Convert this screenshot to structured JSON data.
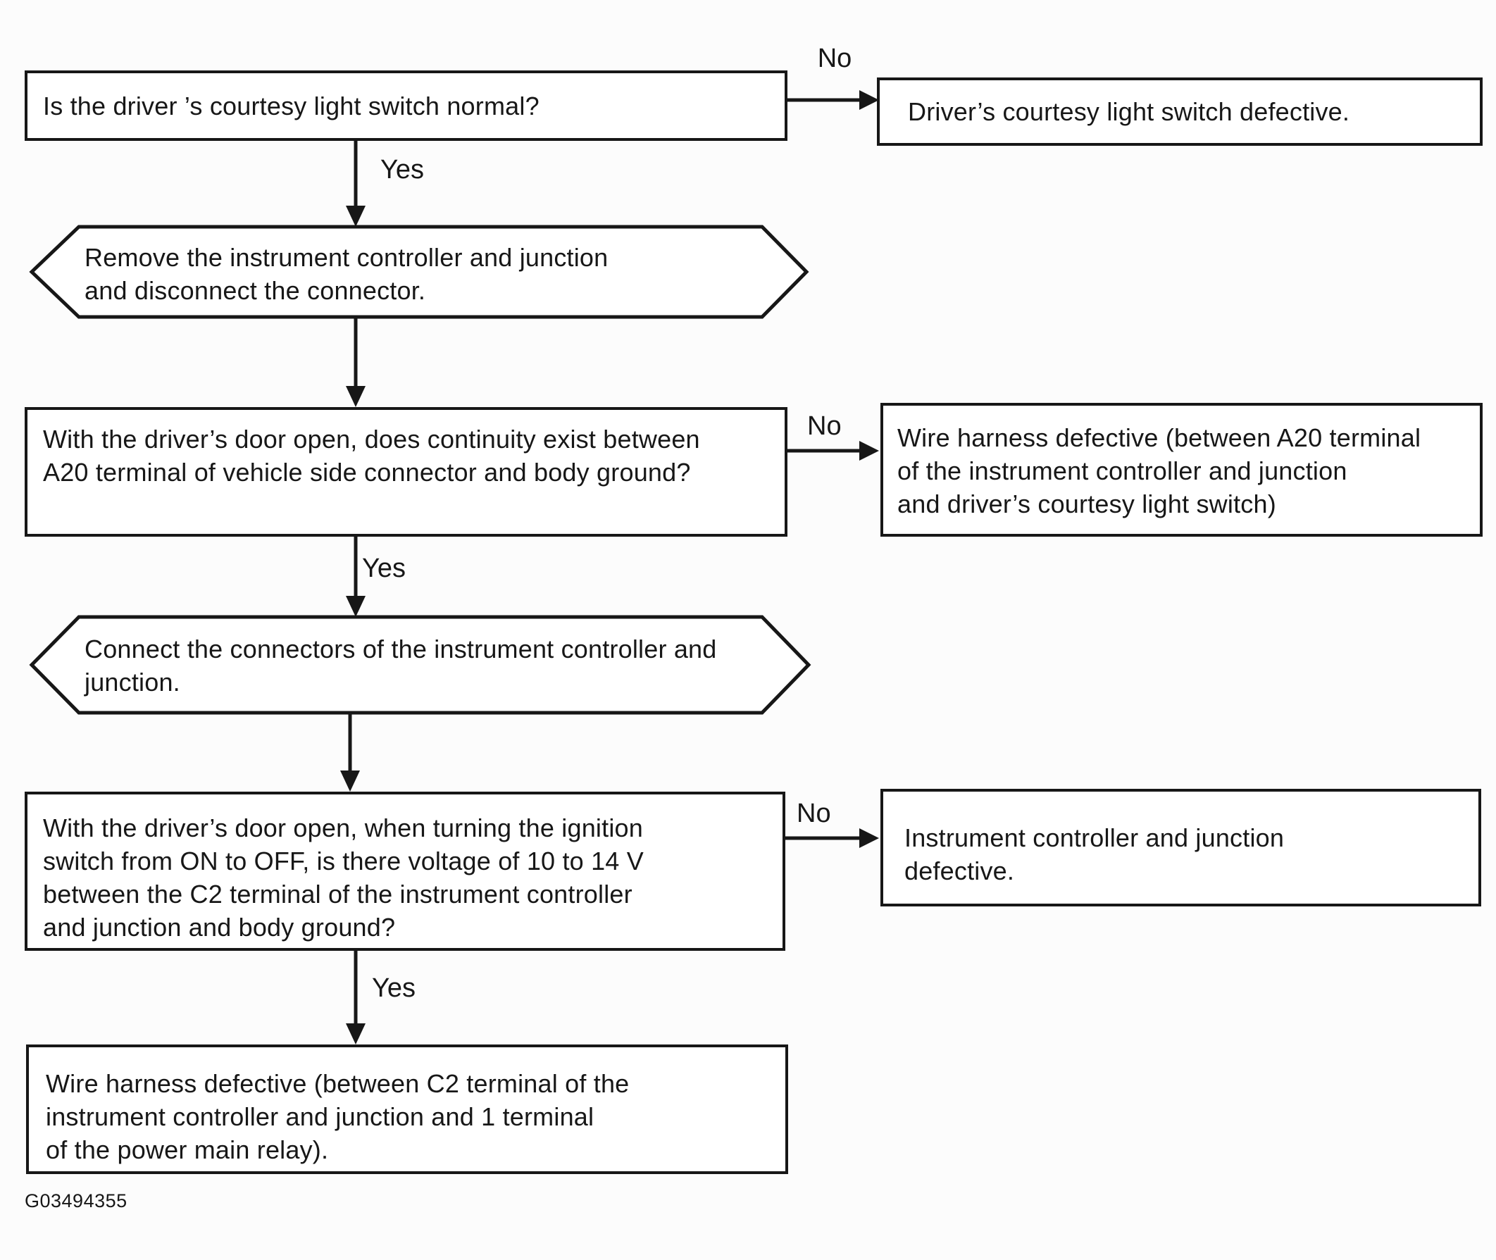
{
  "page": {
    "background": "#fcfcfc",
    "ink": "#171717",
    "node_fill": "#ffffff"
  },
  "footer_code": "G03494355",
  "edge_labels": {
    "yes": "Yes",
    "no": "No"
  },
  "nodes": {
    "q1": {
      "type": "question",
      "lines": [
        "Is the driver ’s courtesy light switch normal?"
      ]
    },
    "r1": {
      "type": "result",
      "lines": [
        "Driver’s courtesy light switch defective."
      ]
    },
    "p1": {
      "type": "process",
      "lines": [
        "Remove the instrument controller and junction",
        "and disconnect the connector."
      ]
    },
    "q2": {
      "type": "question",
      "lines": [
        "With the driver’s door open, does continuity exist between",
        "A20 terminal of vehicle side connector and body ground?"
      ]
    },
    "r2": {
      "type": "result",
      "lines": [
        "Wire harness defective (between A20 terminal",
        "of the instrument controller and junction",
        "and driver’s courtesy light switch)"
      ]
    },
    "p2": {
      "type": "process",
      "lines": [
        "Connect the connectors of the instrument controller and",
        "junction."
      ]
    },
    "q3": {
      "type": "question",
      "lines": [
        "With the driver’s door open, when turning the ignition",
        "switch from ON to OFF, is there voltage of 10 to 14 V",
        "between the C2 terminal of the instrument controller",
        "and junction and body ground?"
      ]
    },
    "r3": {
      "type": "result",
      "lines": [
        "Instrument controller and junction",
        "defective."
      ]
    },
    "f1": {
      "type": "result",
      "lines": [
        "Wire harness defective (between C2 terminal of the",
        "instrument controller and junction and 1 terminal",
        "of the power main relay)."
      ]
    }
  },
  "edges": [
    {
      "from": "q1",
      "to": "r1",
      "label": "No"
    },
    {
      "from": "q1",
      "to": "p1",
      "label": "Yes"
    },
    {
      "from": "p1",
      "to": "q2",
      "label": ""
    },
    {
      "from": "q2",
      "to": "r2",
      "label": "No"
    },
    {
      "from": "q2",
      "to": "p2",
      "label": "Yes"
    },
    {
      "from": "p2",
      "to": "q3",
      "label": ""
    },
    {
      "from": "q3",
      "to": "r3",
      "label": "No"
    },
    {
      "from": "q3",
      "to": "f1",
      "label": "Yes"
    }
  ]
}
